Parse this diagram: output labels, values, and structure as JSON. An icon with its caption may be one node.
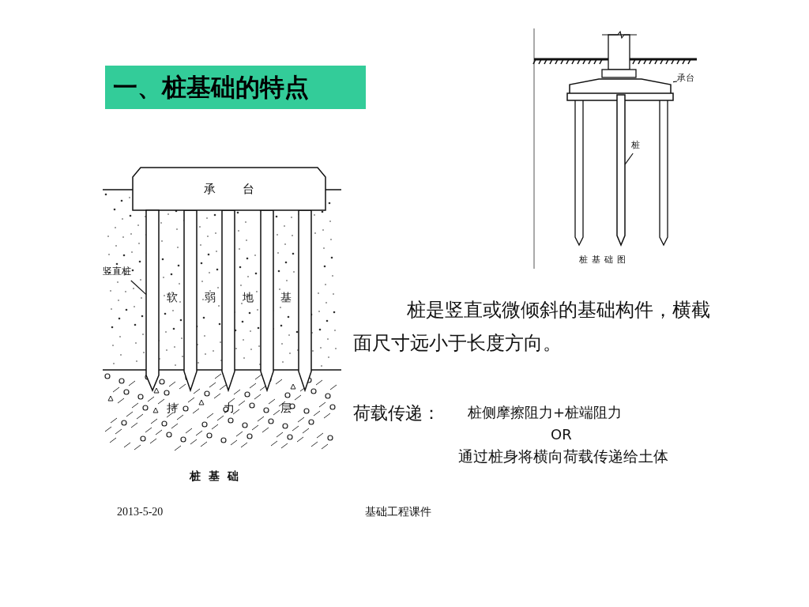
{
  "diagram": {
    "title": "一、桩基础的特点",
    "nodes": [
      {
        "text": [
          "承台"
        ]
      },
      {
        "text": [
          "竖直桩"
        ]
      },
      {
        "text": [],
        "shape": "bar"
      },
      {
        "text": [
          "承台"
        ]
      },
      {
        "text": [],
        "shape": "box"
      },
      {
        "text": [
          "桩"
        ]
      },
      {
        "text": [],
        "shape": "bar"
      }
    ],
    "edges": [
      {
        "from": 1,
        "to": 2,
        "arrow": "none"
      },
      {
        "from": 3,
        "to": 4,
        "arrow": "none"
      },
      {
        "from": 5,
        "to": 6,
        "arrow": "none"
      }
    ],
    "labels": [
      "软弱地基",
      "持力层",
      "桩基础",
      "桩基础图",
      "桩是竖直或微倾斜的基础构件，横截面尺寸远小于长度方向。",
      "荷载传递：",
      "桩侧摩擦阻力+桩端阻力",
      "OR",
      "通过桩身将横向荷载传递给土体",
      "2013-5-20",
      "基础工程课件"
    ]
  }
}
